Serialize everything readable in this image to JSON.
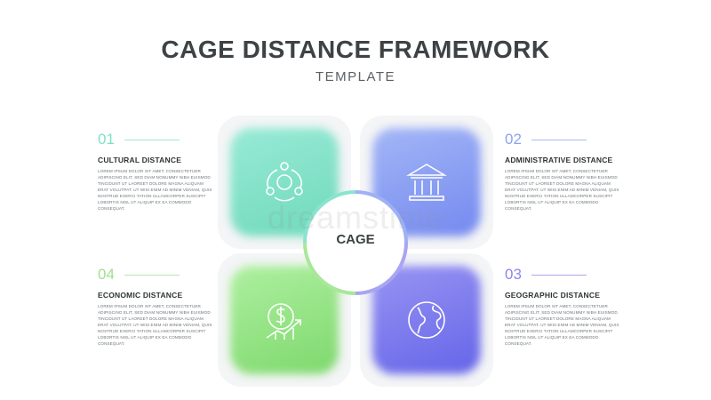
{
  "header": {
    "title": "CAGE DISTANCE FRAMEWORK",
    "subtitle": "TEMPLATE"
  },
  "center": {
    "label": "CAGE"
  },
  "watermark": "dreamstime",
  "colors": {
    "teal": "#7fe0c4",
    "blue": "#7d93f2",
    "green": "#8fe07f",
    "indigo": "#7878ee",
    "ring_teal": "#8be3cf",
    "ring_blue": "#9fb1f5",
    "ring_indigo": "#a9a4f2",
    "ring_green": "#a9e79a"
  },
  "quadrants": [
    {
      "number": "01",
      "title": "CULTURAL DISTANCE",
      "icon": "people-circle-icon",
      "color": "#7fe0c4",
      "body": "Lorem ipsum dolor sit amet, consectetuer adipiscing elit, sed diam nonummy nibh euismod tincidunt ut laoreet dolore magna aliquam erat volutpat. Ut wisi enim ad minim veniam, quis nostrud exerci tation ullamcorper suscipit lobortis nisl ut aliquip ex ea commodo consequat."
    },
    {
      "number": "02",
      "title": "ADMINISTRATIVE DISTANCE",
      "icon": "bank-building-icon",
      "color": "#8ca2f2",
      "body": "Lorem ipsum dolor sit amet, consectetuer adipiscing elit, sed diam nonummy nibh euismod tincidunt ut laoreet dolore magna aliquam erat volutpat. Ut wisi enim ad minim veniam, quis nostrud exerci tation ullamcorper suscipit lobortis nisl ut aliquip ex ea commodo consequat."
    },
    {
      "number": "03",
      "title": "GEOGRAPHIC DISTANCE",
      "icon": "globe-icon",
      "color": "#8b86ee",
      "body": "Lorem ipsum dolor sit amet, consectetuer adipiscing elit, sed diam nonummy nibh euismod tincidunt ut laoreet dolore magna aliquam erat volutpat. Ut wisi enim ad minim veniam, quis nostrud exerci tation ullamcorper suscipit lobortis nisl ut aliquip ex ea commodo consequat."
    },
    {
      "number": "04",
      "title": "ECONOMIC DISTANCE",
      "icon": "dollar-growth-icon",
      "color": "#9de08f",
      "body": "Lorem ipsum dolor sit amet, consectetuer adipiscing elit, sed diam nonummy nibh euismod tincidunt ut laoreet dolore magna aliquam erat volutpat. Ut wisi enim ad minim veniam, quis nostrud exerci tation ullamcorper suscipit lobortis nisl ut aliquip ex ea commodo consequat."
    }
  ]
}
